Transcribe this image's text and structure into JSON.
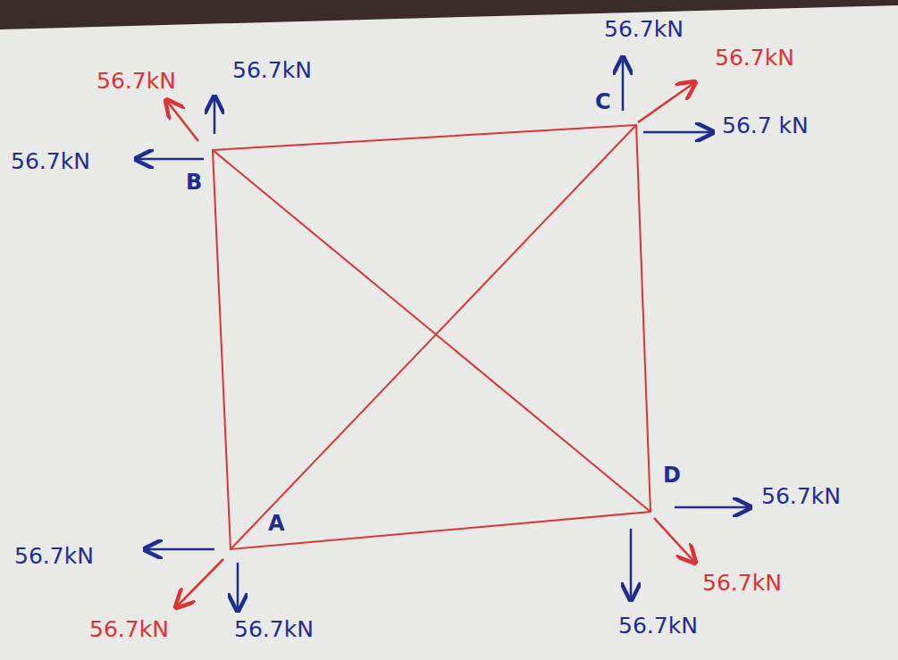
{
  "diagram": {
    "labels": [
      "56.7kN",
      "56.7kN",
      "56.7kN",
      "56.7kN",
      "C",
      "56.7 kN",
      "56.7kN",
      "B",
      "D",
      "56.7kN",
      "A",
      "56.7kN",
      "56.7kN",
      "56.7kN",
      "56.7kN",
      "56.7kN"
    ]
  }
}
